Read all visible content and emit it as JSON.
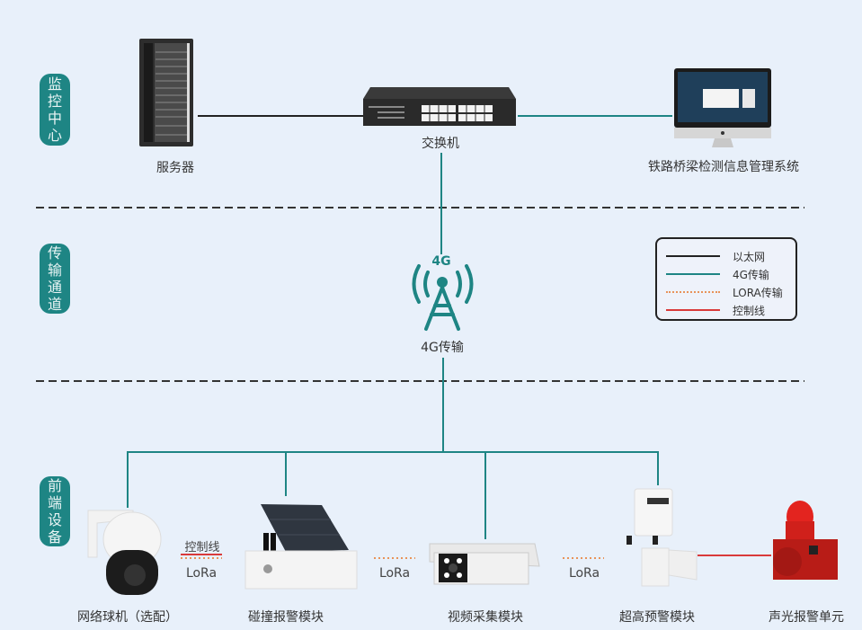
{
  "zones": [
    {
      "id": "monitor",
      "chars": [
        "监",
        "控",
        "中",
        "心"
      ],
      "label": "监控中心"
    },
    {
      "id": "transport",
      "chars": [
        "传",
        "输",
        "通",
        "道"
      ],
      "label": "传输通道"
    },
    {
      "id": "frontend",
      "chars": [
        "前",
        "端",
        "设",
        "备"
      ],
      "label": "前端设备"
    }
  ],
  "devices": {
    "server": "服务器",
    "switch": "交换机",
    "system": "铁路桥梁检测信息管理系统",
    "tower_badge": "4G",
    "tower": "4G传输",
    "dome_camera": "网络球机（选配）",
    "collision_alarm": "碰撞报警模块",
    "video_capture": "视频采集模块",
    "overheight_warning": "超高预警模块",
    "sound_light_alarm": "声光报警单元"
  },
  "links": {
    "control_label": "控制线",
    "lora_1": "LoRa",
    "lora_2": "LoRa",
    "lora_3": "LoRa"
  },
  "legend": {
    "items": [
      {
        "label": "以太网",
        "style": "solid",
        "color": "#222222"
      },
      {
        "label": "4G传输",
        "style": "solid",
        "color": "#1e8584"
      },
      {
        "label": "LORA传输",
        "style": "dotted",
        "color": "#e8935a"
      },
      {
        "label": "控制线",
        "style": "solid",
        "color": "#d93a3a"
      }
    ]
  },
  "colors": {
    "ethernet": "#222222",
    "g4": "#1e8584",
    "lora": "#e8935a",
    "control": "#d93a3a",
    "zone": "#1e8584"
  }
}
